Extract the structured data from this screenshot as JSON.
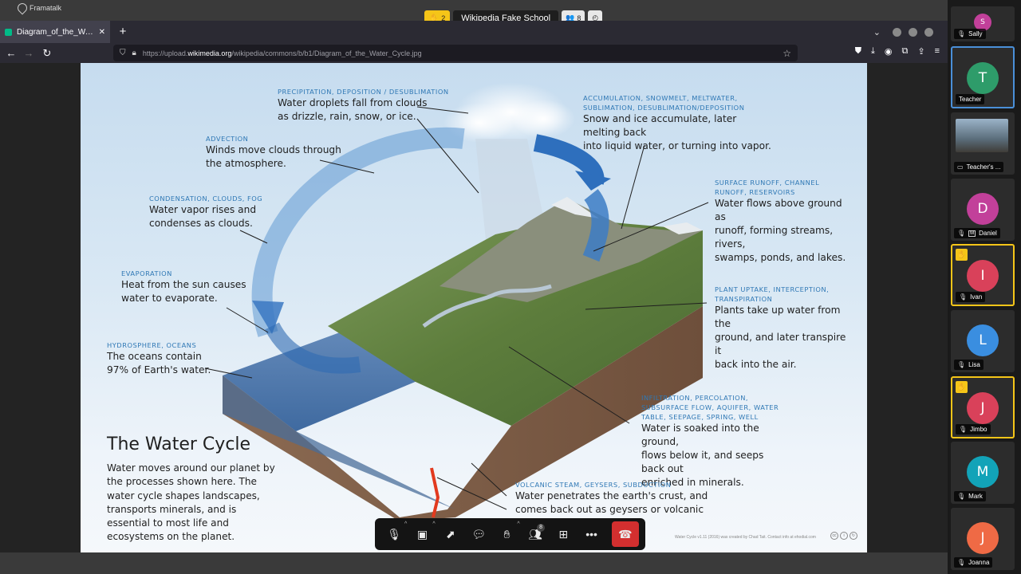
{
  "meeting": {
    "app_name": "Framatalk",
    "raised_hands": "2",
    "title": "Wikipedia Fake School",
    "participant_count": "8"
  },
  "browser": {
    "tab_title": "Diagram_of_the_Water_Cycle.jpg",
    "url_prefix": "https://upload.",
    "url_domain": "wikimedia.org",
    "url_path": "/wikipedia/commons/b/b1/Diagram_of_the_Water_Cycle.jpg"
  },
  "diagram": {
    "labels": [
      {
        "caption": "PRECIPITATION, DEPOSITION / DESUBLIMATION",
        "text": [
          "Water droplets fall from clouds",
          "as drizzle, rain, snow, or ice."
        ]
      },
      {
        "caption": "ADVECTION",
        "text": [
          "Winds move clouds through",
          "the atmosphere."
        ]
      },
      {
        "caption": "CONDENSATION, CLOUDS, FOG",
        "text": [
          "Water vapor rises and",
          "condenses as clouds."
        ]
      },
      {
        "caption": "EVAPORATION",
        "text": [
          "Heat from the sun causes",
          "water to evaporate."
        ]
      },
      {
        "caption": "HYDROSPHERE, OCEANS",
        "text": [
          "The oceans contain",
          "97% of Earth's water."
        ]
      },
      {
        "caption": "ACCUMULATION, SNOWMELT, MELTWATER, SUBLIMATION, DESUBLIMATION/DEPOSITION",
        "text": [
          "Snow and ice accumulate, later melting back",
          "into liquid water, or turning into vapor."
        ]
      },
      {
        "caption": "SURFACE RUNOFF, CHANNEL RUNOFF, RESERVOIRS",
        "text": [
          "Water flows above ground as",
          "runoff, forming streams, rivers,",
          "swamps, ponds, and lakes."
        ]
      },
      {
        "caption": "PLANT UPTAKE, INTERCEPTION, TRANSPIRATION",
        "text": [
          "Plants take up water from the",
          "ground, and later transpire it",
          "back into the air."
        ]
      },
      {
        "caption": "INFILTRATION, PERCOLATION, SUBSURFACE FLOW, AQUIFER, WATER TABLE, SEEPAGE, SPRING, WELL",
        "text": [
          "Water is soaked into the ground,",
          "flows below it, and seeps back out",
          "enriched in minerals."
        ]
      },
      {
        "caption": "VOLCANIC STEAM, GEYSERS, SUBDUCTION",
        "text": [
          "Water penetrates the earth's crust, and",
          "comes back out as geysers or volcanic steam"
        ]
      }
    ],
    "title": "The Water Cycle",
    "description": "Water moves around our planet by the processes shown here. The water cycle shapes landscapes, transports minerals, and is essential to most life and ecosystems on the planet.",
    "credit": "Water Cycle v1.11 (2016) was created by Chad Tait. Contact info at ehodial.com"
  },
  "toolbar": {
    "participants_badge": "8"
  },
  "participants": [
    {
      "initial": "S",
      "name": "Sally",
      "color": "#c2409a"
    },
    {
      "initial": "T",
      "name": "Teacher",
      "color": "#2e9c6a"
    },
    {
      "initial": "",
      "name": "Teacher's ...",
      "color": ""
    },
    {
      "initial": "D",
      "name": "Daniel",
      "color": "#c2409a"
    },
    {
      "initial": "I",
      "name": "Ivan",
      "color": "#d9415a"
    },
    {
      "initial": "L",
      "name": "Lisa",
      "color": "#3a8ee0"
    },
    {
      "initial": "J",
      "name": "Jimbo",
      "color": "#d9415a"
    },
    {
      "initial": "M",
      "name": "Mark",
      "color": "#12a3b8"
    },
    {
      "initial": "J",
      "name": "Joanna",
      "color": "#ef6a45"
    }
  ]
}
